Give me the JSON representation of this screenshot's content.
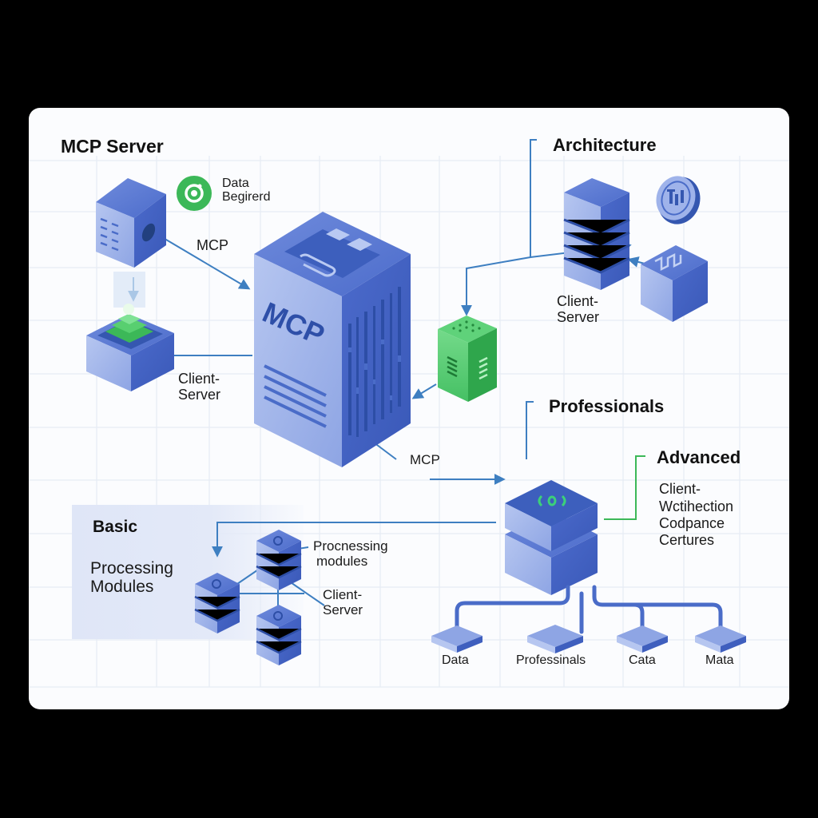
{
  "diagram": {
    "title": "MCP Server",
    "colors": {
      "primary_blue": "#4a6cc8",
      "light_blue": "#9fb3ea",
      "dark_blue": "#3557b0",
      "green": "#3cb858",
      "connector": "#3e7fc1",
      "grid": "#e4eaf3",
      "background": "#fbfcfe",
      "frame": "#000000"
    },
    "legend_badge": {
      "icon": "green-circle-refresh-icon",
      "line1": "Data",
      "line2": "Begirerd"
    },
    "central_server": {
      "label": "MCP",
      "icon": "main-server-tower-icon"
    },
    "labels": {
      "mcp_top": "MCP",
      "mcp_bottom": "MCP",
      "client_server_left_1": "Client-",
      "client_server_left_2": "Server"
    },
    "sections": {
      "architecture": {
        "title": "Architecture",
        "node_label_1": "Client-",
        "node_label_2": "Server",
        "icons": [
          "stacked-server-icon",
          "chart-coin-icon",
          "circuit-cube-icon"
        ]
      },
      "professionals": {
        "title": "Professionals"
      },
      "advanced": {
        "title": "Advanced",
        "lines": [
          "Client-",
          "Wctihection",
          "Codpance",
          "Certures"
        ]
      },
      "basic": {
        "title": "Basic",
        "subtitle_1": "Processing",
        "subtitle_2": "Modules",
        "module_label_1": "Procnessing",
        "module_label_2": "modules",
        "client_label_1": "Client-",
        "client_label_2": "Server"
      }
    },
    "leaf_nodes": [
      {
        "label": "Data"
      },
      {
        "label": "Professinals"
      },
      {
        "label": "Cata"
      },
      {
        "label": "Mata"
      }
    ]
  }
}
